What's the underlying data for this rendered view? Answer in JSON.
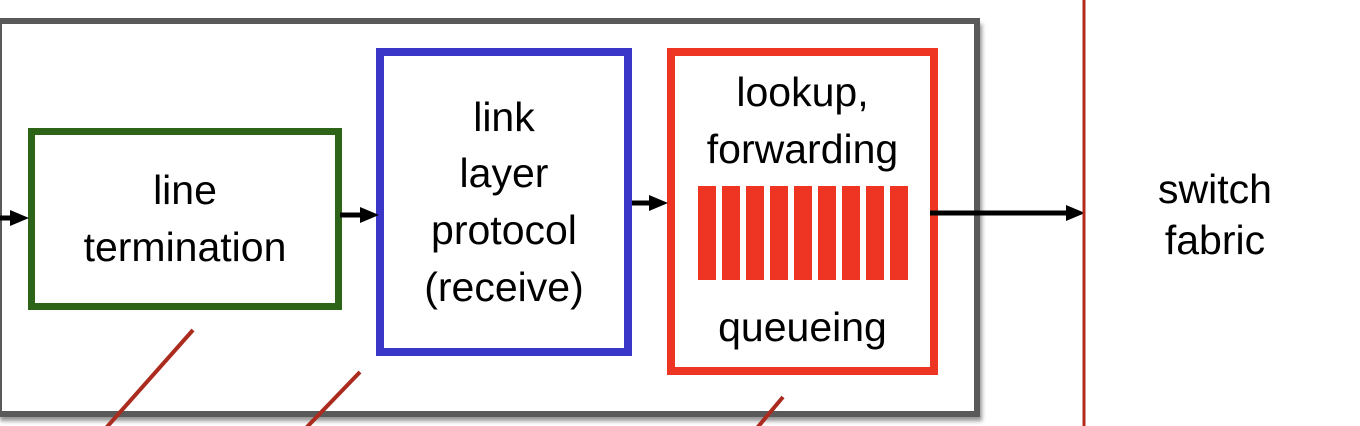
{
  "diagram": {
    "boxes": {
      "line_termination": {
        "label": "line\ntermination"
      },
      "link_layer_protocol": {
        "label": "link\nlayer\nprotocol\n(receive)"
      },
      "lookup_forwarding_queueing": {
        "top_label": "lookup,\nforwarding",
        "bottom_label": "queueing",
        "queue_bars": 9
      }
    },
    "switch_fabric": {
      "label": "switch\nfabric"
    },
    "colors": {
      "outer_border": "#595959",
      "line_termination_border": "#2d6418",
      "link_layer_border": "#3a36c8",
      "lookup_border": "#ee3524",
      "queue_bar": "#ee3524",
      "arrow": "#000000",
      "port_line": "#b5291c",
      "callout_line": "#ab2b1e"
    }
  }
}
